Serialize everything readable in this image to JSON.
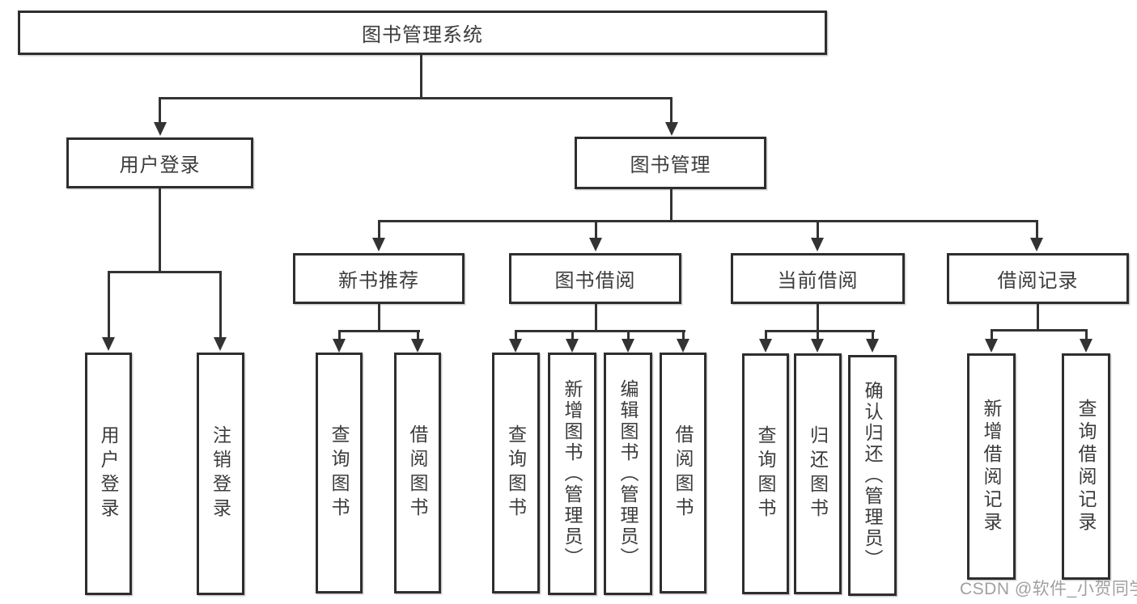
{
  "diagram": {
    "root_label": "图书管理系统",
    "level2": [
      "用户登录",
      "图书管理"
    ],
    "level3": [
      "新书推荐",
      "图书借阅",
      "当前借阅",
      "借阅记录"
    ],
    "children": {
      "login": [
        "用户登录",
        "注销登录"
      ],
      "recommend": [
        "查询图书",
        "借阅图书"
      ],
      "borrow": [
        "查询图书",
        "新增图书（管理员）",
        "编辑图书（管理员）",
        "借阅图书"
      ],
      "current": [
        "查询图书",
        "归还图书",
        "确认归还（管理员）"
      ],
      "records": [
        "新增借阅记录",
        "查询借阅记录"
      ]
    },
    "watermark": "CSDN @软件_小贺同学",
    "colors": {
      "line": "#333333",
      "box_border": "#2e2e2e",
      "text": "#3c3c3c",
      "watermark_text": "#a0a0a0",
      "background": "#ffffff"
    }
  }
}
